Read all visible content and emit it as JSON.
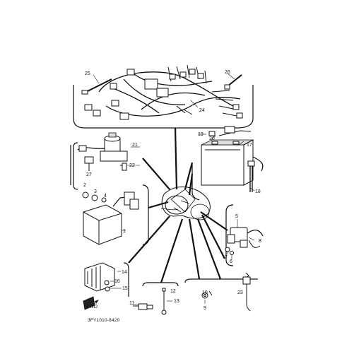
{
  "diagram": {
    "part_numbers": [
      "1",
      "2",
      "3",
      "4",
      "5",
      "6",
      "7",
      "8",
      "9",
      "10",
      "11",
      "12",
      "13",
      "14",
      "15",
      "16",
      "17",
      "18",
      "19",
      "20",
      "21",
      "22",
      "23",
      "24",
      "25",
      "26",
      "27"
    ],
    "fwd_label": "FWD",
    "drawing_code": "3FY1010-8420"
  }
}
